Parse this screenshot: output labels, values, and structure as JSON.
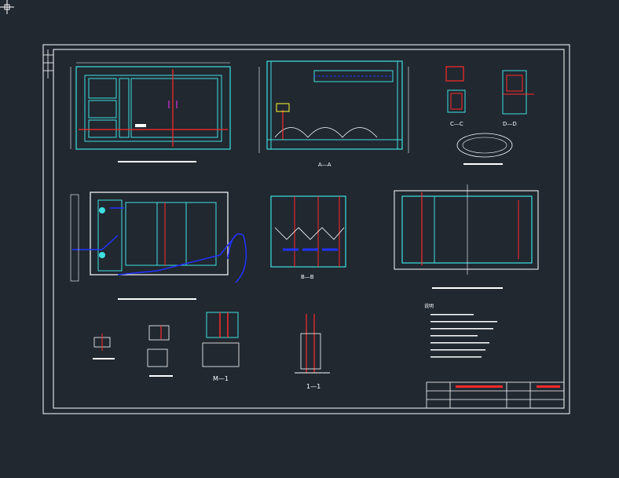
{
  "drawing": {
    "section_labels": {
      "section_a": "A—A",
      "section_b": "B—B",
      "section_c": "C—C",
      "section_d": "D—D",
      "section_m": "M—1",
      "section_1": "1—1"
    },
    "title_block": {
      "notes_heading": "说明"
    }
  },
  "colors": {
    "background": "#212830",
    "frame": "#ffffff",
    "cyan": "#3fe0e0",
    "blue": "#2233ff",
    "red": "#ff2a2a",
    "yellow": "#ffff33",
    "magenta": "#ff33ff",
    "green": "#33ff66"
  }
}
